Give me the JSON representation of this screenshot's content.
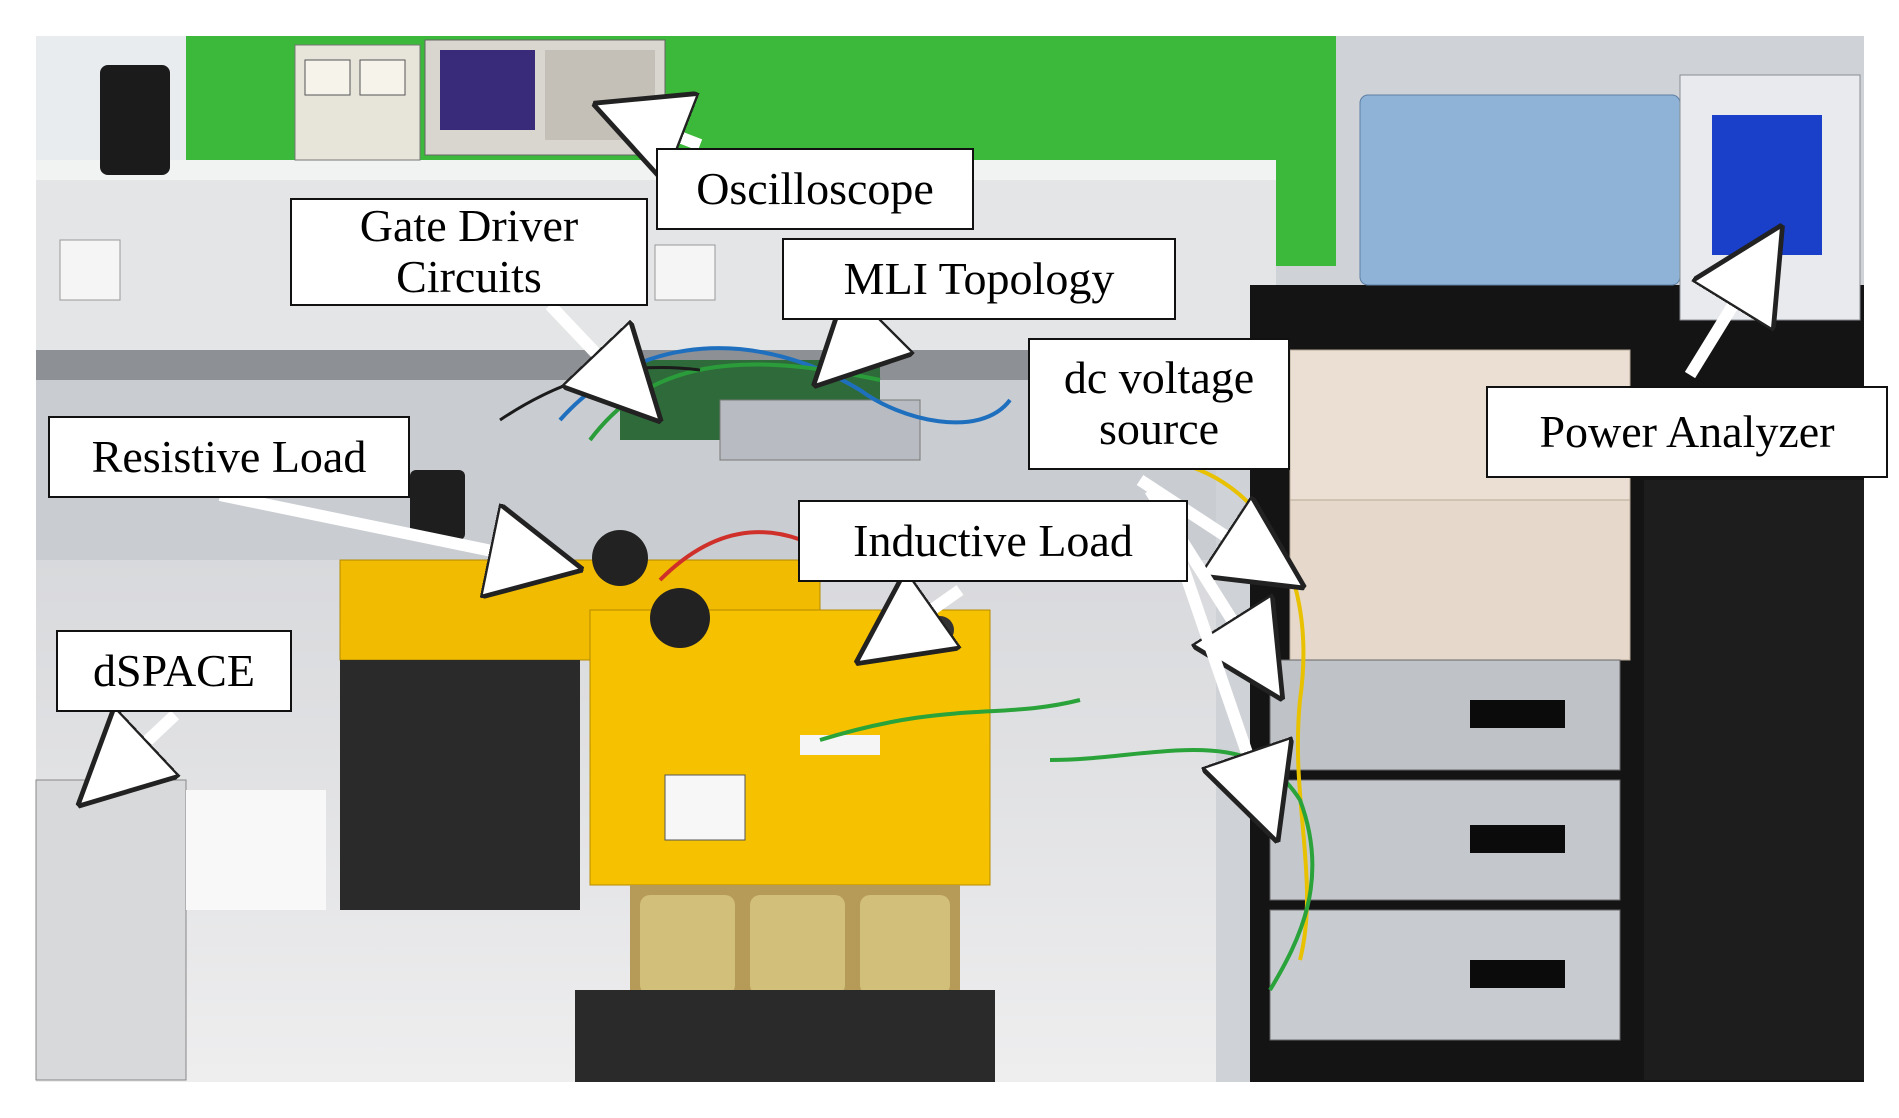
{
  "photo": {
    "description_labels": {
      "oscilloscope": "Oscilloscope",
      "gate_driver_line1": "Gate Driver",
      "gate_driver_line2": "Circuits",
      "mli_topology": "MLI Topology",
      "dc_voltage_line1": "dc voltage",
      "dc_voltage_line2": "source",
      "power_analyzer": "Power Analyzer",
      "resistive_load": "Resistive Load",
      "inductive_load": "Inductive Load",
      "dspace": "dSPACE"
    },
    "colors": {
      "wall_green": "#3cb83a",
      "load_yellow": "#f6c200",
      "rack_black": "#141414",
      "analyzer_blue": "#8fb3d6",
      "bench_gray": "#c9ccd1",
      "arrow": "#ffffff"
    }
  }
}
